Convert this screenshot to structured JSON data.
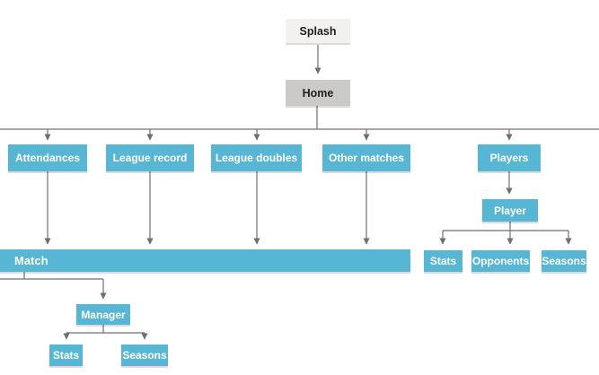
{
  "diagram": {
    "nodes": {
      "splash": {
        "label": "Splash"
      },
      "home": {
        "label": "Home"
      },
      "attendances": {
        "label": "Attendances"
      },
      "league_record": {
        "label": "League record"
      },
      "league_doubles": {
        "label": "League doubles"
      },
      "other_matches": {
        "label": "Other matches"
      },
      "players": {
        "label": "Players"
      },
      "player": {
        "label": "Player"
      },
      "match": {
        "label": "Match"
      },
      "player_stats": {
        "label": "Stats"
      },
      "opponents": {
        "label": "Opponents"
      },
      "player_seasons": {
        "label": "Seasons"
      },
      "manager": {
        "label": "Manager"
      },
      "manager_stats": {
        "label": "Stats"
      },
      "manager_seasons": {
        "label": "Seasons"
      }
    },
    "edges": [
      {
        "from": "Splash",
        "to": "Home"
      },
      {
        "from": "Home",
        "to": "Attendances"
      },
      {
        "from": "Home",
        "to": "League record"
      },
      {
        "from": "Home",
        "to": "League doubles"
      },
      {
        "from": "Home",
        "to": "Other matches"
      },
      {
        "from": "Home",
        "to": "Players"
      },
      {
        "from": "Attendances",
        "to": "Match"
      },
      {
        "from": "League record",
        "to": "Match"
      },
      {
        "from": "League doubles",
        "to": "Match"
      },
      {
        "from": "Other matches",
        "to": "Match"
      },
      {
        "from": "Players",
        "to": "Player"
      },
      {
        "from": "Player",
        "to": "Stats"
      },
      {
        "from": "Player",
        "to": "Opponents"
      },
      {
        "from": "Player",
        "to": "Seasons"
      },
      {
        "from": "Match",
        "to": "Manager"
      },
      {
        "from": "Manager",
        "to": "Stats"
      },
      {
        "from": "Manager",
        "to": "Seasons"
      }
    ],
    "colors": {
      "teal": "#57b6d3",
      "splash_bg": "#f2f1ef",
      "home_bg": "#cbcac8",
      "line": "#6f6f6f",
      "bus_line": "#8a8a8a",
      "text_dark": "#1f1f1f",
      "text_light": "#ffffff"
    }
  }
}
